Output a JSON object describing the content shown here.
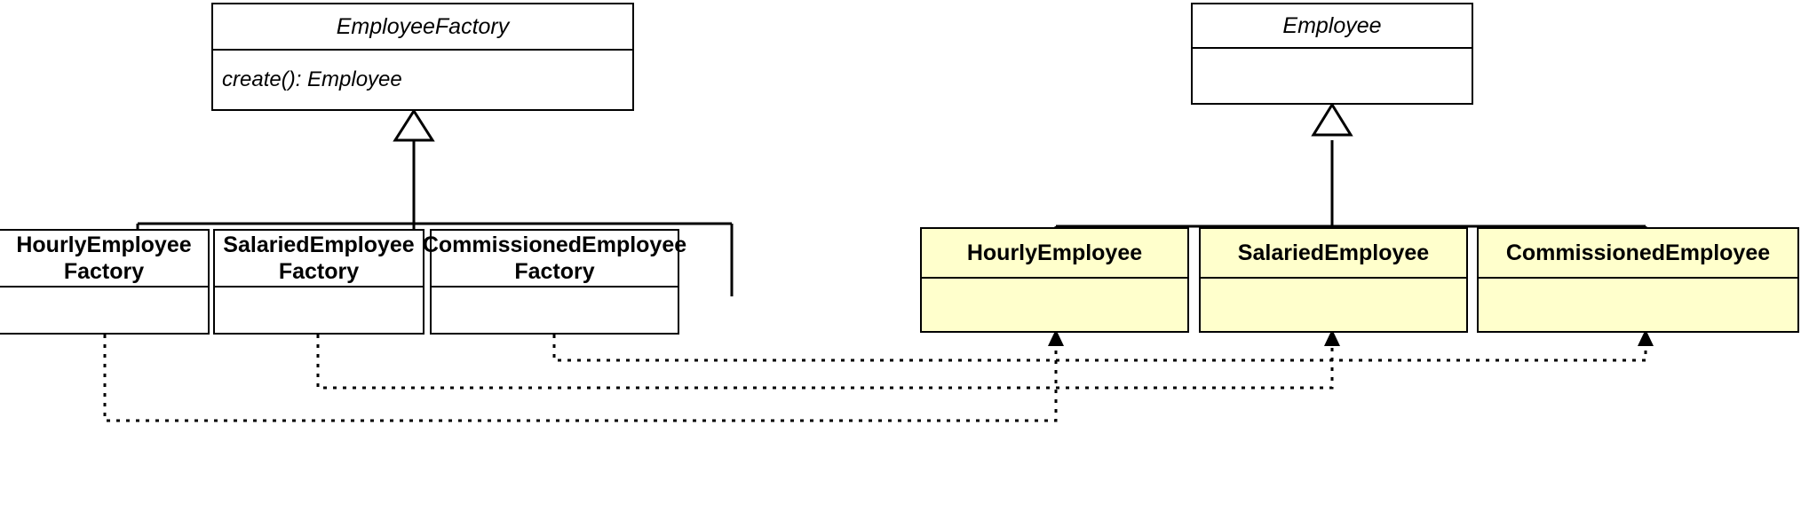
{
  "diagram": {
    "title": "Factory Method / Abstract Factory UML class diagram",
    "type": "uml-class-diagram",
    "background_color": "#ffffff",
    "line_color": "#000000",
    "product_fill_color": "#ffffcc"
  },
  "classes": {
    "employee_factory": {
      "name": "EmployeeFactory",
      "stereotype": "abstract",
      "operations": [
        "create(): Employee"
      ]
    },
    "employee": {
      "name": "Employee",
      "stereotype": "abstract",
      "operations": []
    },
    "hourly_employee_factory": {
      "name_line1": "HourlyEmployee",
      "name_line2": "Factory",
      "operations": []
    },
    "salaried_employee_factory": {
      "name_line1": "SalariedEmployee",
      "name_line2": "Factory",
      "operations": []
    },
    "commissioned_employee_factory": {
      "name_line1": "CommissionedEmployee",
      "name_line2": "Factory",
      "operations": []
    },
    "hourly_employee": {
      "name": "HourlyEmployee",
      "operations": []
    },
    "salaried_employee": {
      "name": "SalariedEmployee",
      "operations": []
    },
    "commissioned_employee": {
      "name": "CommissionedEmployee",
      "operations": []
    }
  },
  "relationships": [
    {
      "kind": "generalization",
      "from": "HourlyEmployeeFactory",
      "to": "EmployeeFactory"
    },
    {
      "kind": "generalization",
      "from": "SalariedEmployeeFactory",
      "to": "EmployeeFactory"
    },
    {
      "kind": "generalization",
      "from": "CommissionedEmployeeFactory",
      "to": "EmployeeFactory"
    },
    {
      "kind": "generalization",
      "from": "HourlyEmployee",
      "to": "Employee"
    },
    {
      "kind": "generalization",
      "from": "SalariedEmployee",
      "to": "Employee"
    },
    {
      "kind": "generalization",
      "from": "CommissionedEmployee",
      "to": "Employee"
    },
    {
      "kind": "dependency",
      "from": "HourlyEmployeeFactory",
      "to": "HourlyEmployee"
    },
    {
      "kind": "dependency",
      "from": "SalariedEmployeeFactory",
      "to": "SalariedEmployee"
    },
    {
      "kind": "dependency",
      "from": "CommissionedEmployeeFactory",
      "to": "CommissionedEmployee"
    }
  ]
}
